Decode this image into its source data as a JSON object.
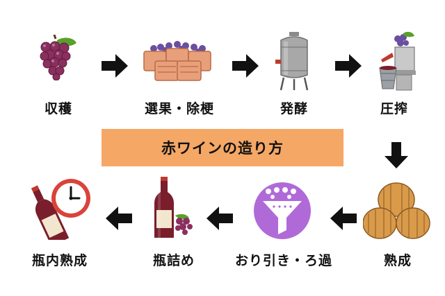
{
  "title": "赤ワインの造り方",
  "steps": [
    {
      "label": "収穫",
      "icon": "grapes-icon"
    },
    {
      "label": "選果・除梗",
      "icon": "grape-crates-icon"
    },
    {
      "label": "発酵",
      "icon": "fermentation-tank-icon"
    },
    {
      "label": "圧搾",
      "icon": "wine-press-icon"
    },
    {
      "label": "熟成",
      "icon": "barrels-icon"
    },
    {
      "label": "おり引き・ろ過",
      "icon": "filter-funnel-icon"
    },
    {
      "label": "瓶詰め",
      "icon": "wine-bottle-icon"
    },
    {
      "label": "瓶内熟成",
      "icon": "bottle-clock-icon"
    }
  ],
  "colors": {
    "banner": "#f5a765",
    "grape": "#8b2f5f",
    "leaf": "#5aa02c",
    "crate": "#e8a07a",
    "tank": "#a8a8a8",
    "barrel": "#d99a4a",
    "filter_bg": "#b06ad8",
    "bottle": "#7a1e2c",
    "clock_ring": "#d9443a"
  }
}
